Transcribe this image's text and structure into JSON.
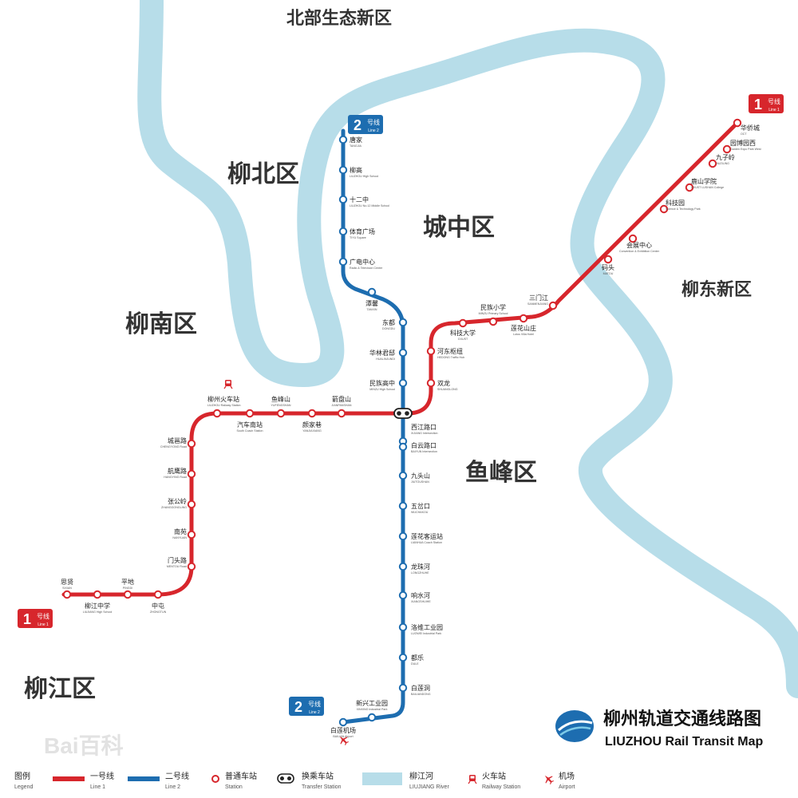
{
  "title": {
    "cn": "柳州轨道交通线路图",
    "en": "LIUZHOU Rail Transit Map"
  },
  "watermark": "Bai百科",
  "colors": {
    "line1": "#d7262c",
    "line2": "#1d6db0",
    "river": "#b7dde9",
    "station_fill": "#ffffff"
  },
  "districts": [
    {
      "id": "beibu",
      "name": "北部生态新区"
    },
    {
      "id": "liubei",
      "name": "柳北区"
    },
    {
      "id": "chengzhong",
      "name": "城中区"
    },
    {
      "id": "liudong",
      "name": "柳东新区"
    },
    {
      "id": "liunan",
      "name": "柳南区"
    },
    {
      "id": "yufeng",
      "name": "鱼峰区"
    },
    {
      "id": "liujiang",
      "name": "柳江区"
    }
  ],
  "line_badges": {
    "line1": {
      "number": "1",
      "cn": "号线",
      "en": "Line 1"
    },
    "line2": {
      "number": "2",
      "cn": "号线",
      "en": "Line 2"
    }
  },
  "line1_stations": [
    {
      "cn": "思贤",
      "en": "SIXIAN"
    },
    {
      "cn": "柳江中学",
      "en": "LIUJIANG High School"
    },
    {
      "cn": "平地",
      "en": "PINGDI"
    },
    {
      "cn": "中屯",
      "en": "ZHONGTUN"
    },
    {
      "cn": "门头路",
      "en": "MENTOU Road"
    },
    {
      "cn": "南苑",
      "en": "NANYUAN"
    },
    {
      "cn": "张公岭",
      "en": "ZHANGGONGLING"
    },
    {
      "cn": "航鹰路",
      "en": "HANGYING Road"
    },
    {
      "cn": "城邕路",
      "en": "CHENGYONG Road"
    },
    {
      "cn": "柳州火车站",
      "en": "LIUZHOU Railway Station"
    },
    {
      "cn": "汽车南站",
      "en": "South Coach Station"
    },
    {
      "cn": "鱼峰山",
      "en": "YUFENGSHAN"
    },
    {
      "cn": "颜家巷",
      "en": "YANJIAXIANG"
    },
    {
      "cn": "箭盘山",
      "en": "JIANPANSHAN"
    },
    {
      "cn": "双龙",
      "en": "SHUANGLONG"
    },
    {
      "cn": "河东枢纽",
      "en": "HEDONG Traffic Hub"
    },
    {
      "cn": "科技大学",
      "en": "GXUST"
    },
    {
      "cn": "民族小学",
      "en": "MINZU Primary School"
    },
    {
      "cn": "莲花山庄",
      "en": "Lotus Villa Hotel"
    },
    {
      "cn": "三门江",
      "en": "SANMENJIANG"
    },
    {
      "cn": "码头",
      "en": "MATOU"
    },
    {
      "cn": "会展中心",
      "en": "Convention & Exhibition Center"
    },
    {
      "cn": "科技园",
      "en": "Science & Technology Park"
    },
    {
      "cn": "鹿山学院",
      "en": "GXUST LUSHAN College"
    },
    {
      "cn": "九子岭",
      "en": "JIUZILING"
    },
    {
      "cn": "园博园西",
      "en": "Garden Expo Park West"
    },
    {
      "cn": "华侨城",
      "en": "OCT"
    }
  ],
  "line2_stations": [
    {
      "cn": "唐家",
      "en": "TANGJIA"
    },
    {
      "cn": "柳高",
      "en": "LIUZHOU High School"
    },
    {
      "cn": "十二中",
      "en": "LIUZHOU No.12 Middle School"
    },
    {
      "cn": "体育广场",
      "en": "TIYU Square"
    },
    {
      "cn": "广电中心",
      "en": "Radio & Television Center"
    },
    {
      "cn": "潭馨",
      "en": "TANXIN"
    },
    {
      "cn": "东都",
      "en": "DONGDU"
    },
    {
      "cn": "华林君邸",
      "en": "HUALINJUNDI"
    },
    {
      "cn": "民族高中",
      "en": "MINZU High School"
    },
    {
      "cn": "西江路口",
      "en": "XIJIANG Intersection"
    },
    {
      "cn": "白云路口",
      "en": "BAIYUN Intersection"
    },
    {
      "cn": "九头山",
      "en": "JIUTOUSHAN"
    },
    {
      "cn": "五岔口",
      "en": "WUCHAKOU"
    },
    {
      "cn": "莲花客运站",
      "en": "LIANHUA Coach Station"
    },
    {
      "cn": "龙珠河",
      "en": "LONGZHUHE"
    },
    {
      "cn": "响水河",
      "en": "XIANGSHUIHE"
    },
    {
      "cn": "洛维工业园",
      "en": "LUOWEI Industrial Park"
    },
    {
      "cn": "都乐",
      "en": "DULE"
    },
    {
      "cn": "白莲洞",
      "en": "BAILIANDONG"
    },
    {
      "cn": "新兴工业园",
      "en": "XINXING Industrial Park"
    },
    {
      "cn": "白莲机场",
      "en": "BAILIAN Airport"
    }
  ],
  "legend": {
    "title": {
      "cn": "图例",
      "en": "Legend"
    },
    "items": [
      {
        "cn": "一号线",
        "en": "Line 1",
        "icon": "red-line"
      },
      {
        "cn": "二号线",
        "en": "Line 2",
        "icon": "blue-line"
      },
      {
        "cn": "普通车站",
        "en": "Station",
        "icon": "station-circle"
      },
      {
        "cn": "换乘车站",
        "en": "Transfer Station",
        "icon": "transfer-station"
      },
      {
        "cn": "柳江河",
        "en": "LIUJIANG River",
        "icon": "river-band"
      },
      {
        "cn": "火车站",
        "en": "Railway Station",
        "icon": "train-icon"
      },
      {
        "cn": "机场",
        "en": "Airport",
        "icon": "airplane-icon"
      }
    ]
  }
}
